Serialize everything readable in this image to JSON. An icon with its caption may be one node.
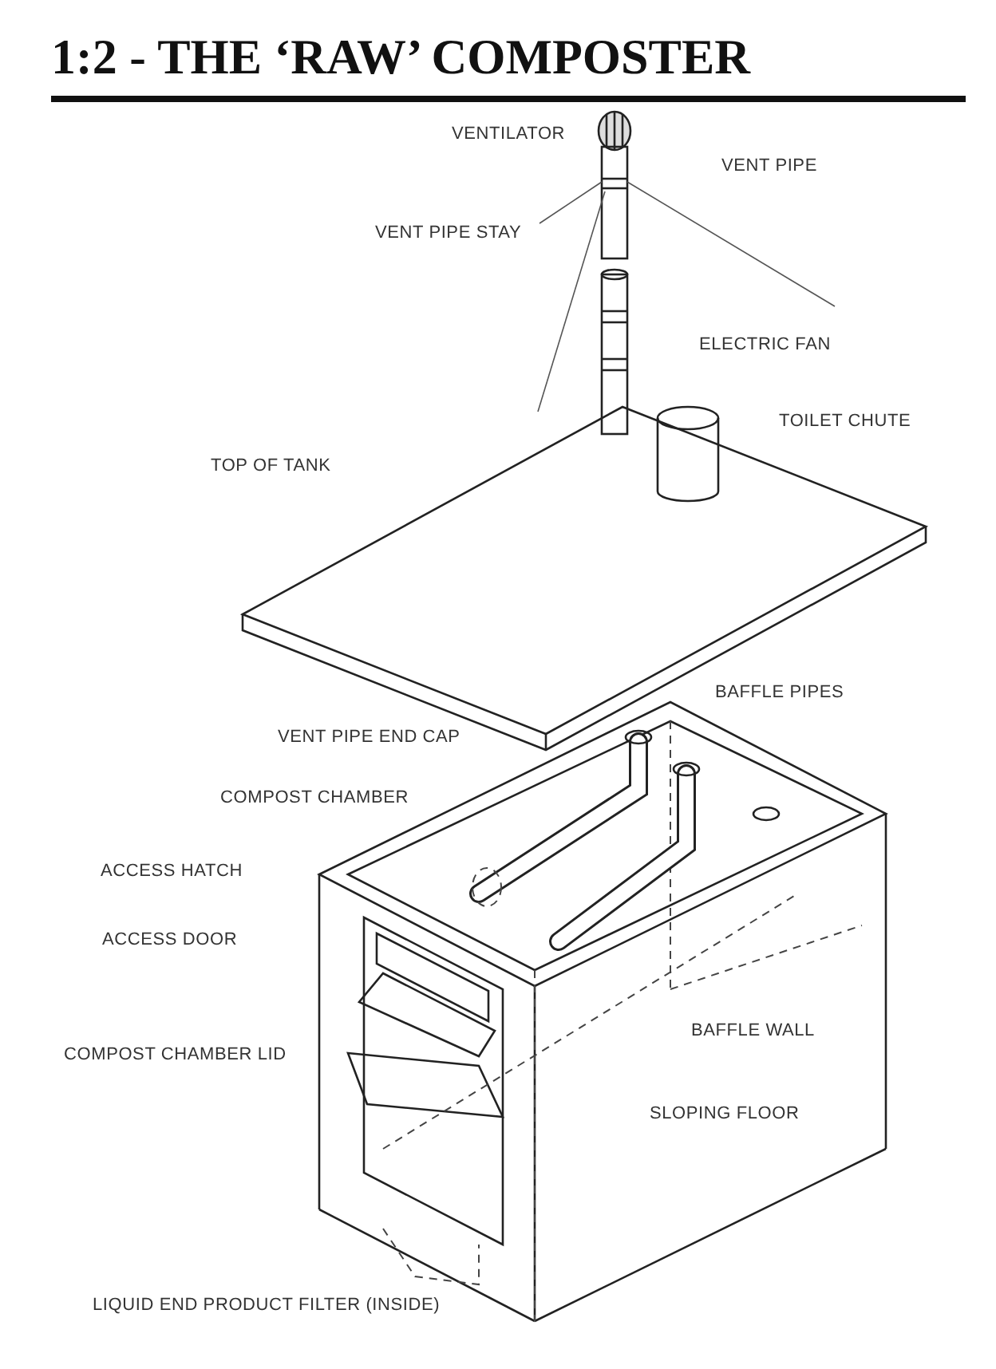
{
  "diagram": {
    "title": "1:2 - THE ‘RAW’ COMPOSTER",
    "labels": [
      "VENTILATOR",
      "VENT PIPE",
      "VENT PIPE STAY",
      "ELECTRIC FAN",
      "TOILET CHUTE",
      "TOP OF TANK",
      "BAFFLE PIPES",
      "VENT PIPE END CAP",
      "COMPOST CHAMBER",
      "ACCESS HATCH",
      "ACCESS DOOR",
      "BAFFLE WALL",
      "COMPOST CHAMBER LID",
      "SLOPING FLOOR",
      "LIQUID END PRODUCT FILTER (INSIDE)"
    ]
  }
}
